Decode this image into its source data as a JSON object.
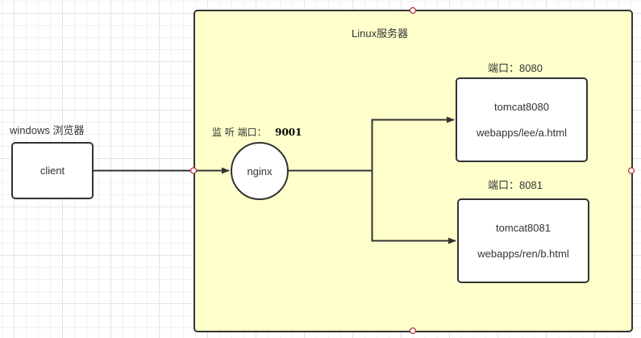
{
  "diagram": {
    "client_group_label": "windows 浏览器",
    "client_label": "client",
    "server_title": "Linux服务器",
    "listen_label_prefix": "监 听 端口：",
    "listen_port": "9001",
    "nginx_label": "nginx",
    "tomcats": [
      {
        "port_label": "端口：8080",
        "name": "tomcat8080",
        "path": "webapps/lee/a.html"
      },
      {
        "port_label": "端口：8081",
        "name": "tomcat8081",
        "path": "webapps/ren/b.html"
      }
    ],
    "colors": {
      "server_fill": "#ffffcc",
      "stroke": "#333333",
      "connection_point": "#b5363a"
    }
  }
}
